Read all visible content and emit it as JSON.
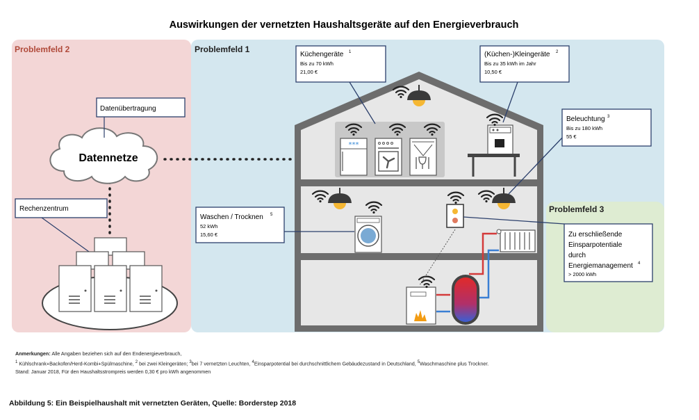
{
  "title": "Auswirkungen der vernetzten Haushaltsgeräte auf den Energieverbrauch",
  "zones": {
    "p2": "Problemfeld 2",
    "p1": "Problemfeld 1",
    "p3": "Problemfeld 3"
  },
  "labels": {
    "datenuebertragung": "Datenübertragung",
    "datennetze": "Datennetze",
    "rechenzentrum": "Rechenzentrum"
  },
  "boxes": {
    "kuechen": {
      "title": "Küchengeräte",
      "sup": "1",
      "line1": "Bis zu 70 kWh",
      "line2": "21,00 €"
    },
    "klein": {
      "title": "(Küchen-)Kleingeräte",
      "sup": "2",
      "line1": "Bis zu 35 kWh im Jahr",
      "line2": "10,50 €"
    },
    "beleuchtung": {
      "title": "Beleuchtung",
      "sup": "3",
      "line1": "Bis zu 180 kWh",
      "line2": "55 €"
    },
    "waschen": {
      "title": "Waschen / Trocknen",
      "sup": "5",
      "line1": "52 kWh",
      "line2": "15,60 €"
    },
    "potential": {
      "l1": "Zu erschließende",
      "l2": "Einsparpotentiale",
      "l3": "durch",
      "l4": "Energiemanagement",
      "sup": "4",
      "l5": "> 2000 kWh"
    }
  },
  "notes": {
    "head": "Anmerkungen:",
    "head_rest": " Alle Angaben beziehen sich auf den Endenergieverbrauch,",
    "s1": "1",
    "t1": " Kühlschrank+Backofen/Herd-Kombi+Spülmaschine, ",
    "s2": "2",
    "t2": " bei zwei Kleingeräten; ",
    "s3": "3",
    "t3": "bei 7 vernetzten Leuchten, ",
    "s4": "4",
    "t4": "Einsparpotential bei durchschnittlichem Gebäudezustand in Deutschland, ",
    "s5": "5",
    "t5": "Waschmaschine plus Trockner.",
    "line3": "Stand: Januar 2018, Für den Haushaltsstrompreis werden 0,30 € pro kWh angenommen"
  },
  "caption": "Abbildung 5: Ein Beispielhaushalt mit vernetzten Geräten, Quelle: Borderstep 2018",
  "icons": [
    "wifi-icon",
    "lamp-icon",
    "fridge-icon",
    "oven-icon",
    "dishwasher-icon",
    "coffee-machine-icon",
    "washing-machine-icon",
    "thermostat-icon",
    "radiator-icon",
    "heater-icon",
    "water-tank-icon",
    "server-icon",
    "cloud-icon"
  ],
  "colors": {
    "problemfeld1": "#d4e7ef",
    "problemfeld2": "#f3d6d6",
    "problemfeld3": "#deecd2",
    "house": "#6d6d6d",
    "lamp": "#f5b733",
    "box_border": "#2b3f6b"
  }
}
